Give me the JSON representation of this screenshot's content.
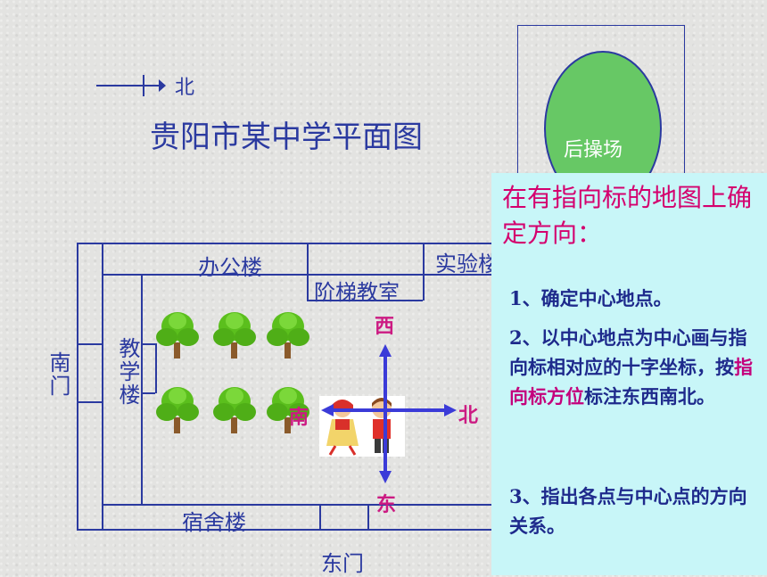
{
  "title": "贵阳市某中学平面图",
  "north_indicator": {
    "label": "北"
  },
  "sports_field": {
    "label": "后操场"
  },
  "buildings": {
    "office": "办公楼",
    "lab": "实验楼",
    "lecture_hall": "阶梯教室",
    "teaching": "教学楼",
    "dorm": "宿舍楼",
    "south_gate": "南门",
    "east_gate": "东门"
  },
  "compass": {
    "west": "西",
    "north": "北",
    "south": "南",
    "east": "东"
  },
  "colors": {
    "line": "#2b3aa0",
    "accent": "#cc1a82",
    "panel_bg": "#c8f6f8",
    "field": "#67c865",
    "tree": "#5bbf1d"
  },
  "panel": {
    "title": "在有指向标的地图上确定方向：",
    "step1": "1、确定中心地点。",
    "step2_pre": "2、以中心地点为中心画与指向标相对应的十字坐标，按",
    "step2_highlight": "指向标方位",
    "step2_post": "标注东西南北。",
    "step3": "3、指出各点与中心点的方向关系。"
  }
}
